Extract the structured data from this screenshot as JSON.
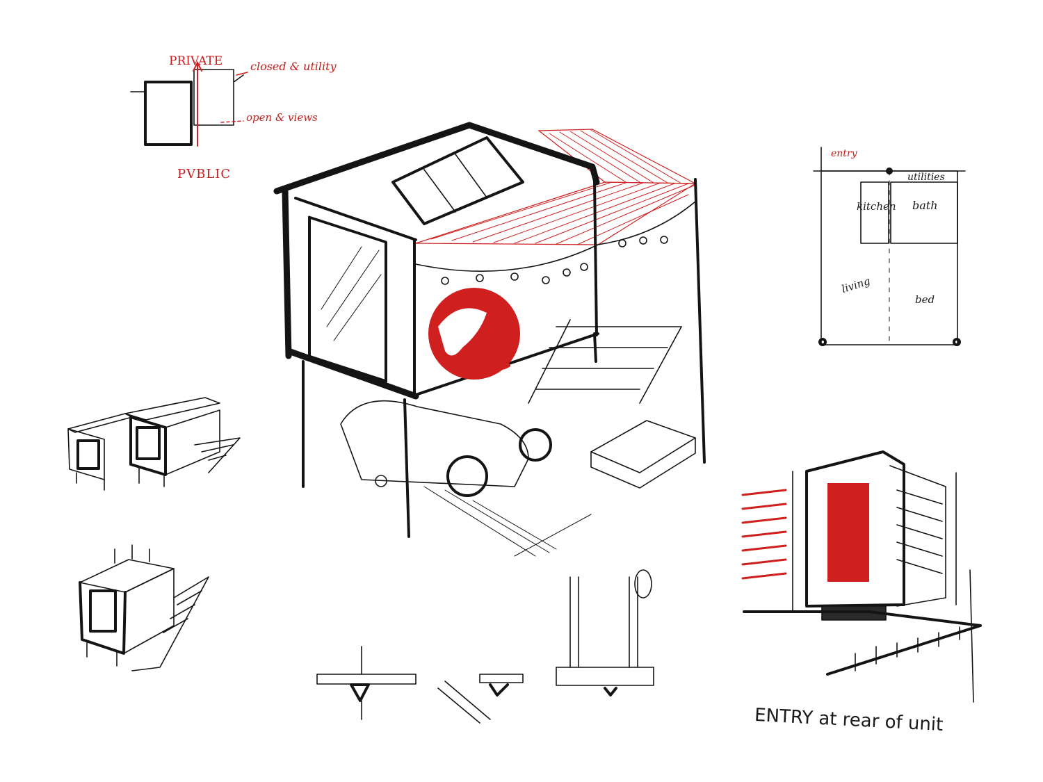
{
  "bubble_diagram": {
    "private": "PRIVATE",
    "public": "PVBLIC",
    "closed_utility": "closed & utility",
    "open_views": "open & views"
  },
  "floor_plan": {
    "entry": "entry",
    "utilities": "utilities",
    "kitchen": "kitchen",
    "bath": "bath",
    "living": "living",
    "bed": "bed"
  },
  "entry_caption": "ENTRY at rear of unit",
  "colors": {
    "ink": "#141414",
    "accent_red": "#d01f1f"
  }
}
